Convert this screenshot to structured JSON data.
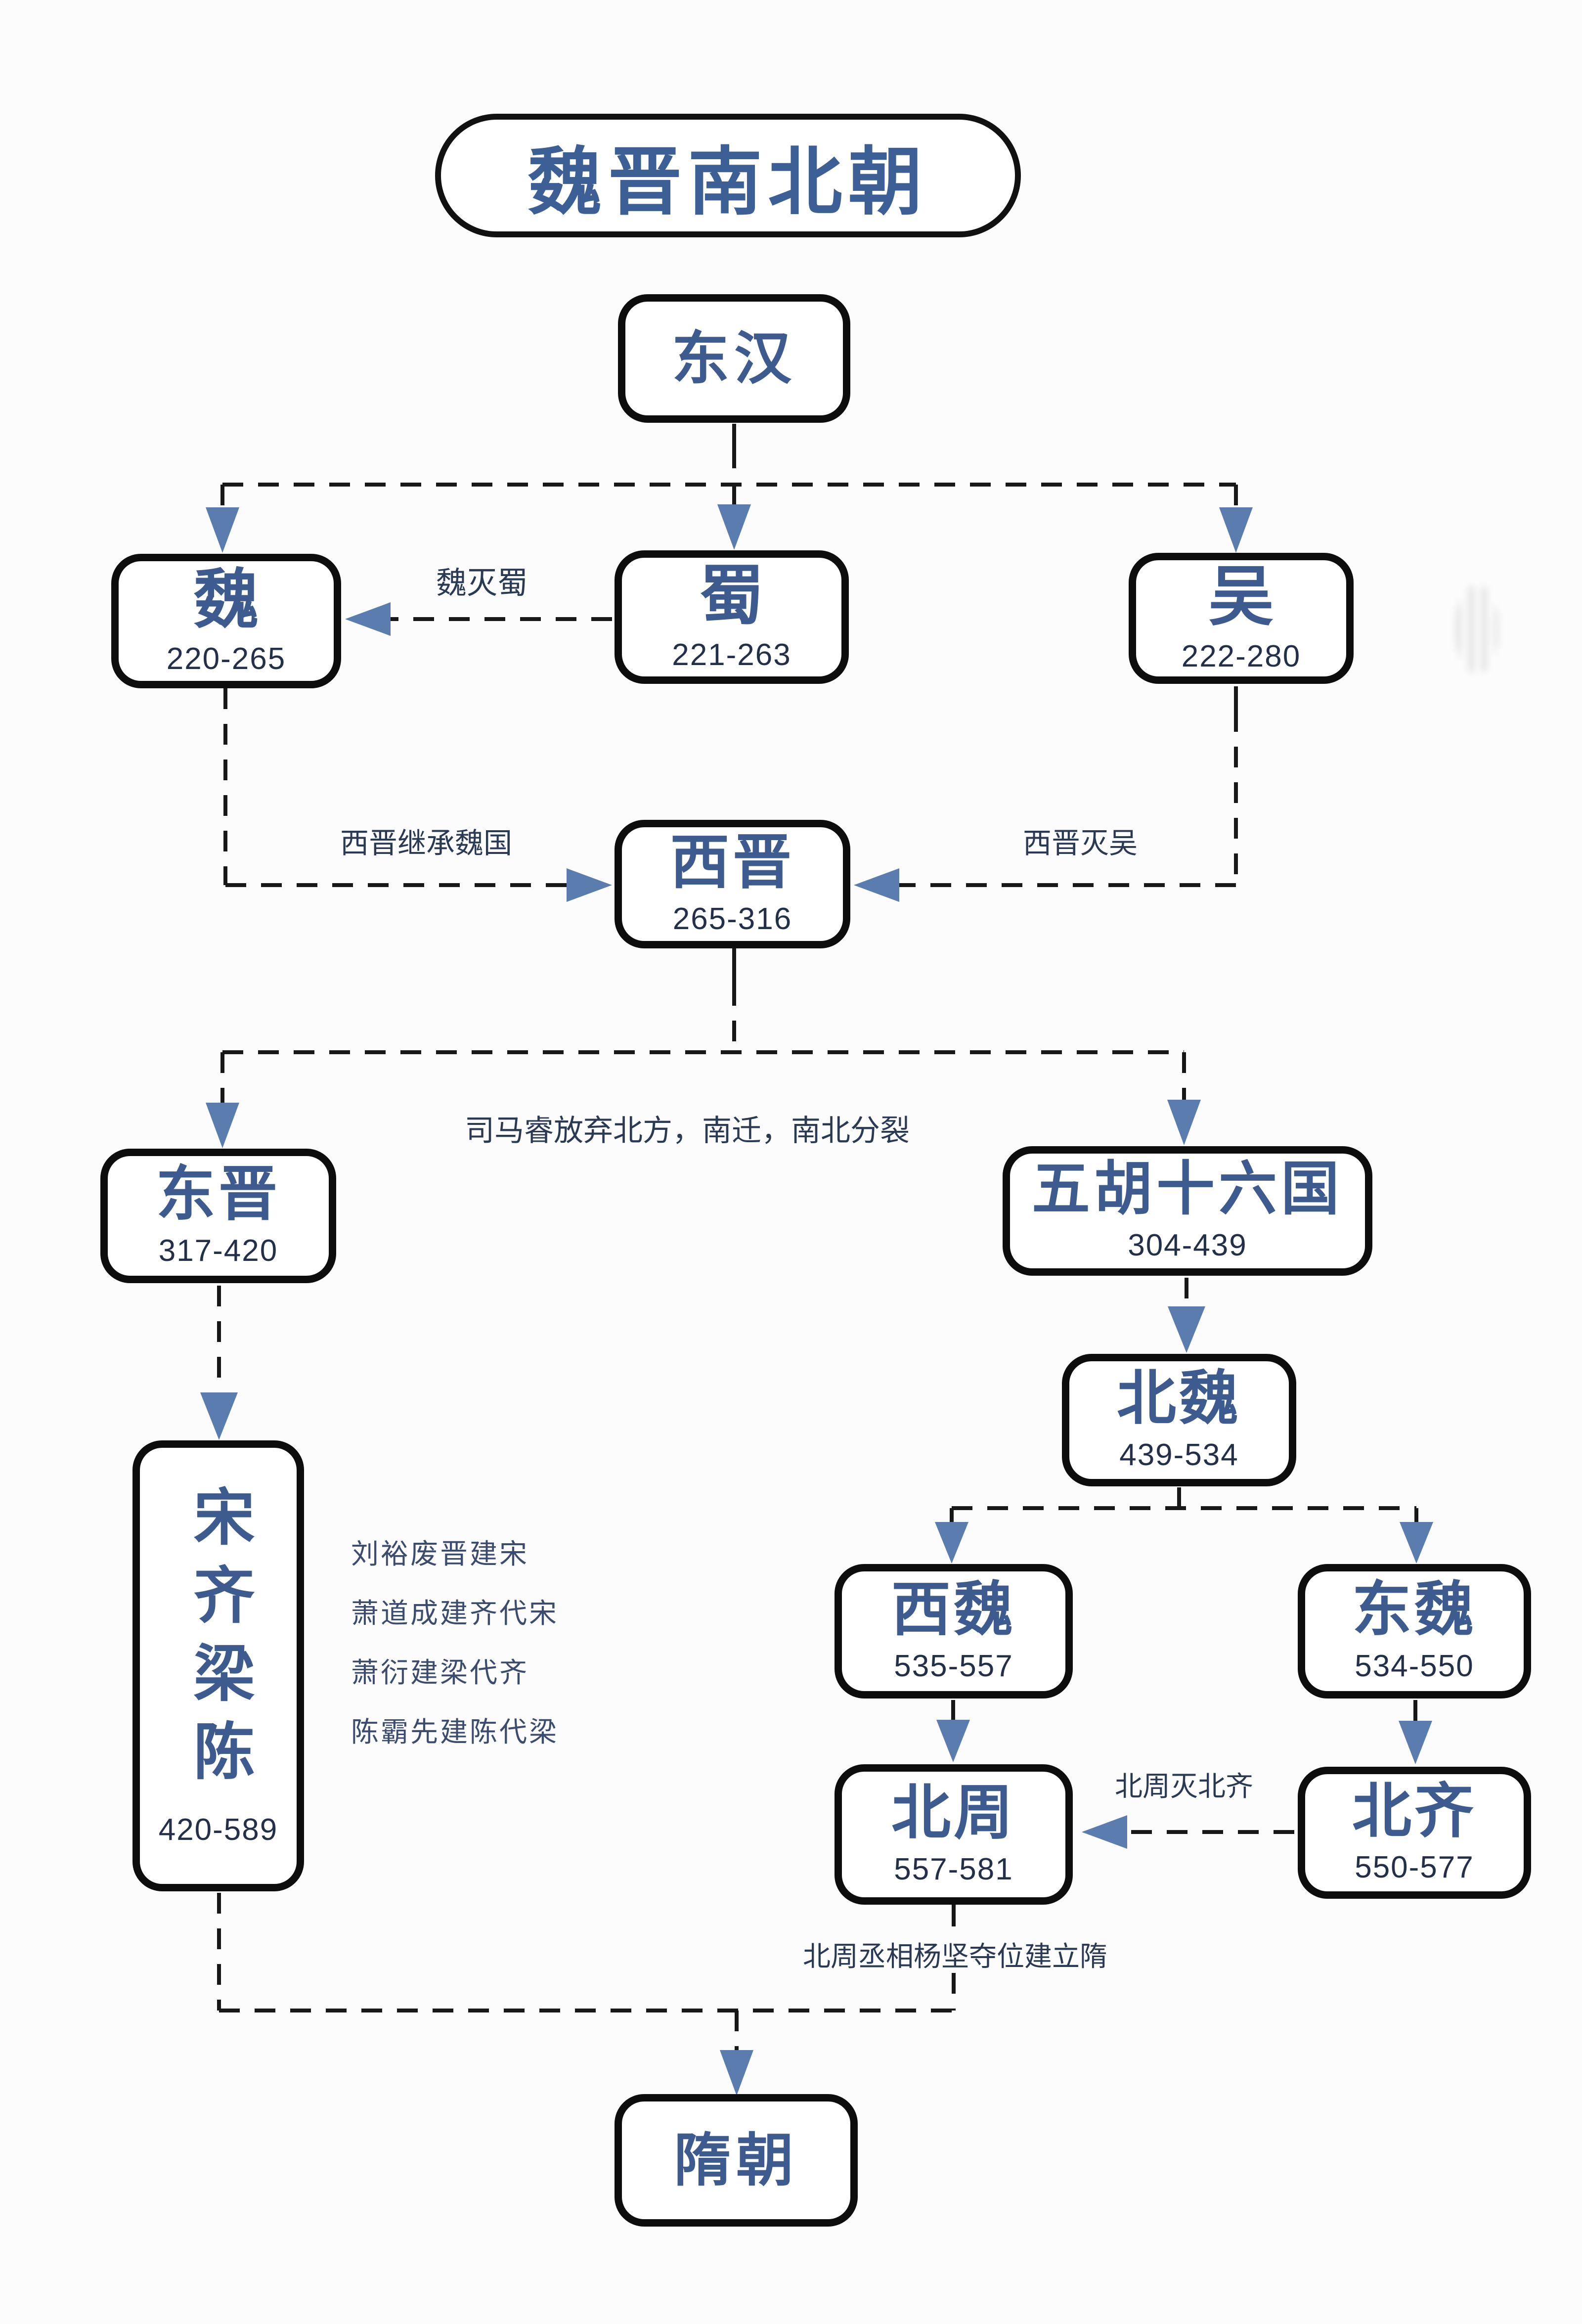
{
  "title": "魏晋南北朝",
  "nodes": {
    "donghan": {
      "label": "东汉"
    },
    "wei": {
      "label": "魏",
      "years": "220-265"
    },
    "shu": {
      "label": "蜀",
      "years": "221-263"
    },
    "wu": {
      "label": "吴",
      "years": "222-280"
    },
    "xijin": {
      "label": "西晋",
      "years": "265-316"
    },
    "dongjin": {
      "label": "东晋",
      "years": "317-420"
    },
    "wuhushiliuguo": {
      "label": "五胡十六国",
      "years": "304-439"
    },
    "beiwei": {
      "label": "北魏",
      "years": "439-534"
    },
    "xiwei": {
      "label": "西魏",
      "years": "535-557"
    },
    "dongwei": {
      "label": "东魏",
      "years": "534-550"
    },
    "beizhou": {
      "label": "北周",
      "years": "557-581"
    },
    "beiqi": {
      "label": "北齐",
      "years": "550-577"
    },
    "songqiliangchen": {
      "label": "宋齐梁陈",
      "years": "420-589"
    },
    "sui": {
      "label": "隋朝"
    }
  },
  "edge_labels": {
    "wei_mie_shu": "魏灭蜀",
    "xijin_jicheng_weiguo": "西晋继承魏国",
    "xijin_mie_wu": "西晋灭吴",
    "sima_rui_nanqian": "司马睿放弃北方，南迁，南北分裂",
    "beizhou_mie_beiqi": "北周灭北齐",
    "yangjian_jian_sui": "北周丞相杨坚夺位建立隋"
  },
  "annotations": [
    "刘裕废晋建宋",
    "萧道成建齐代宋",
    "萧衍建梁代齐",
    "陈霸先建陈代梁"
  ],
  "colors": {
    "background": "#fcfcfc",
    "box_border": "#0d0d0d",
    "dynasty_name_text": "#3d5b8e",
    "year_text": "#242f49",
    "edge_label_text": "#2b3a54",
    "annotation_text": "#3b4c6e",
    "connector_line": "#181818",
    "arrowhead": "#5a7cae",
    "title_text": "#3c5f96"
  }
}
